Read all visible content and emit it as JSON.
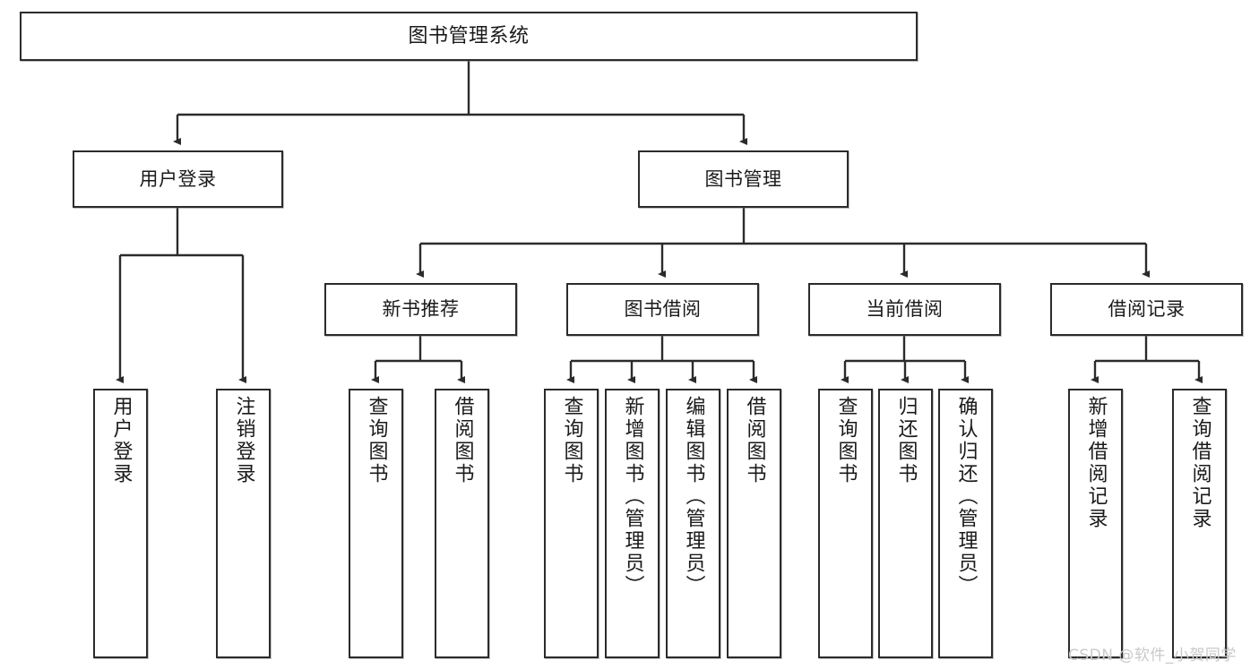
{
  "diagram": {
    "title": "图书管理系统",
    "type": "功能结构图",
    "colors": {
      "box_border": "#2b2b2b",
      "box_fill": "#ffffff",
      "edge": "#2b2b2b",
      "text": "#1a1a1a",
      "watermark": "#c9c9c9",
      "background": "#ffffff"
    },
    "nodes": {
      "root": {
        "label": "图书管理系统"
      },
      "level2": [
        {
          "id": "user-login",
          "label": "用户登录"
        },
        {
          "id": "book-manage",
          "label": "图书管理"
        }
      ],
      "level3": [
        {
          "id": "new-book-recommend",
          "label": "新书推荐"
        },
        {
          "id": "book-borrow",
          "label": "图书借阅"
        },
        {
          "id": "current-borrow",
          "label": "当前借阅"
        },
        {
          "id": "borrow-record",
          "label": "借阅记录"
        }
      ],
      "leaves": {
        "user_login": [
          {
            "id": "leaf-user-login",
            "label": "用户登录"
          },
          {
            "id": "leaf-logout-login",
            "label": "注销登录"
          }
        ],
        "new_book_recommend": [
          {
            "id": "leaf-query-book-1",
            "label": "查询图书"
          },
          {
            "id": "leaf-borrow-book-1",
            "label": "借阅图书"
          }
        ],
        "book_borrow": [
          {
            "id": "leaf-query-book-2",
            "label": "查询图书"
          },
          {
            "id": "leaf-add-book-admin",
            "label": "新增图书（管理员）"
          },
          {
            "id": "leaf-edit-book-admin",
            "label": "编辑图书（管理员）"
          },
          {
            "id": "leaf-borrow-book-2",
            "label": "借阅图书"
          }
        ],
        "current_borrow": [
          {
            "id": "leaf-query-book-3",
            "label": "查询图书"
          },
          {
            "id": "leaf-return-book",
            "label": "归还图书"
          },
          {
            "id": "leaf-confirm-return-admin",
            "label": "确认归还（管理员）"
          }
        ],
        "borrow_record": [
          {
            "id": "leaf-add-borrow-record",
            "label": "新增借阅记录"
          },
          {
            "id": "leaf-query-borrow-record",
            "label": "查询借阅记录"
          }
        ]
      }
    },
    "watermark": "CSDN @软件_小贺同学"
  }
}
